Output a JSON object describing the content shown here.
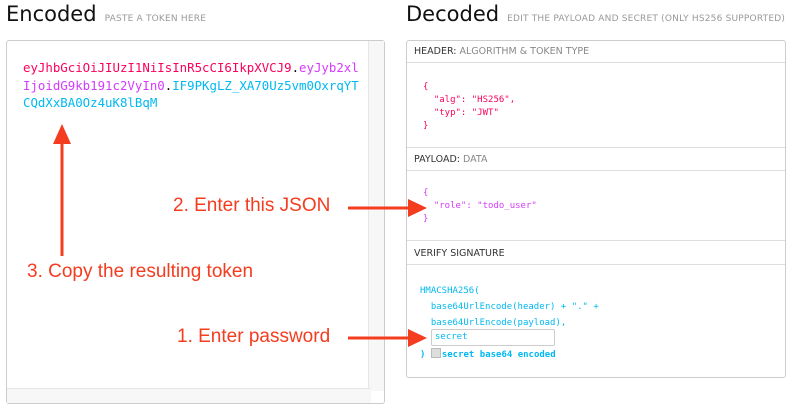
{
  "encoded": {
    "title": "Encoded",
    "subtitle": "PASTE A TOKEN HERE",
    "token": {
      "header": "eyJhbGciOiJIUzI1NiIsInR5cCI6IkpXVCJ9",
      "dot1": ".",
      "payload": "eyJyb2xlIjoidG9kb191c2VyIn0",
      "dot2": ".",
      "signature": "IF9PKgLZ_XA70Uz5vm0OxrqYTCQdXxBA0Oz4uK8lBqM"
    }
  },
  "decoded": {
    "title": "Decoded",
    "subtitle": "EDIT THE PAYLOAD AND SECRET (ONLY HS256 SUPPORTED)",
    "header": {
      "label": "HEADER:",
      "sublabel": "ALGORITHM & TOKEN TYPE",
      "json": "{\n  \"alg\": \"HS256\",\n  \"typ\": \"JWT\"\n}"
    },
    "payload": {
      "label": "PAYLOAD:",
      "sublabel": "DATA",
      "json": "{\n  \"role\": \"todo_user\"\n}"
    },
    "verify": {
      "label": "VERIFY SIGNATURE",
      "code": "HMACSHA256(\n  base64UrlEncode(header) + \".\" +\n  base64UrlEncode(payload),",
      "secret": "secret",
      "close": ")",
      "checkbox_label": "secret base64 encoded",
      "checkbox_checked": false
    }
  },
  "annotations": {
    "step1": "1. Enter password",
    "step2": "2. Enter this JSON",
    "step3": "3. Copy the resulting token",
    "color": "#f43c1f"
  },
  "colors": {
    "header": "#fb015b",
    "payload": "#d63aff",
    "signature": "#00b9f1"
  }
}
